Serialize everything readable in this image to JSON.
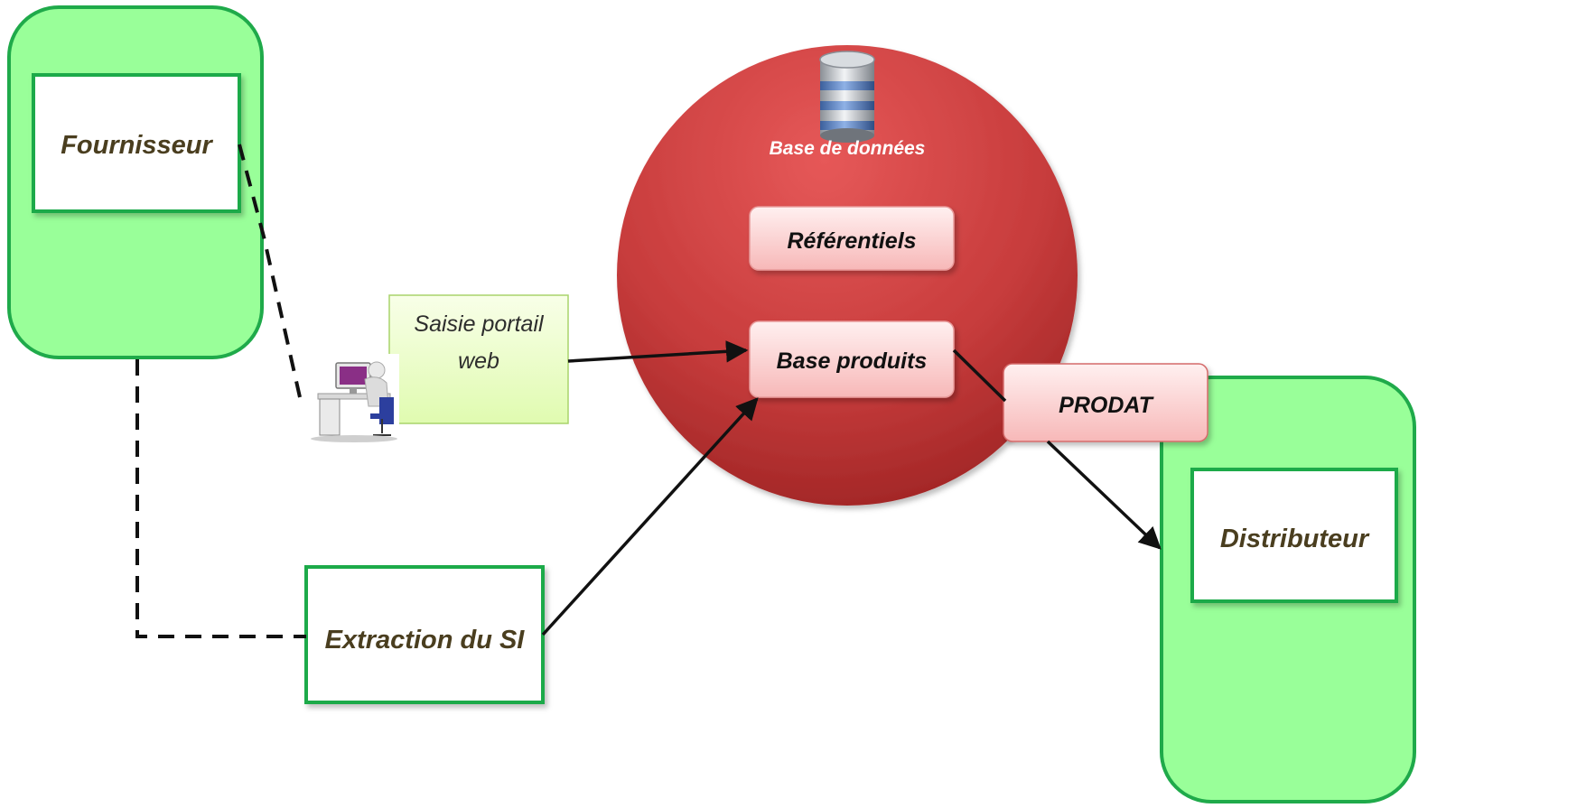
{
  "nodes": {
    "fournisseur": "Fournisseur",
    "saisie_line1": "Saisie portail",
    "saisie_line2": "web",
    "extraction": "Extraction du SI",
    "database": "Base de données",
    "referentiels": "Référentiels",
    "base_produits": "Base produits",
    "prodat": "PRODAT",
    "distributeur": "Distributeur"
  },
  "colors": {
    "green_fill": "#99ff99",
    "green_border": "#1faa4a",
    "red_circle": "#cc3333",
    "pink_box": "#ffd6d6",
    "note_fill": "#ecffc8"
  },
  "icons": {
    "database": "database-icon",
    "user": "user-at-computer-icon"
  }
}
